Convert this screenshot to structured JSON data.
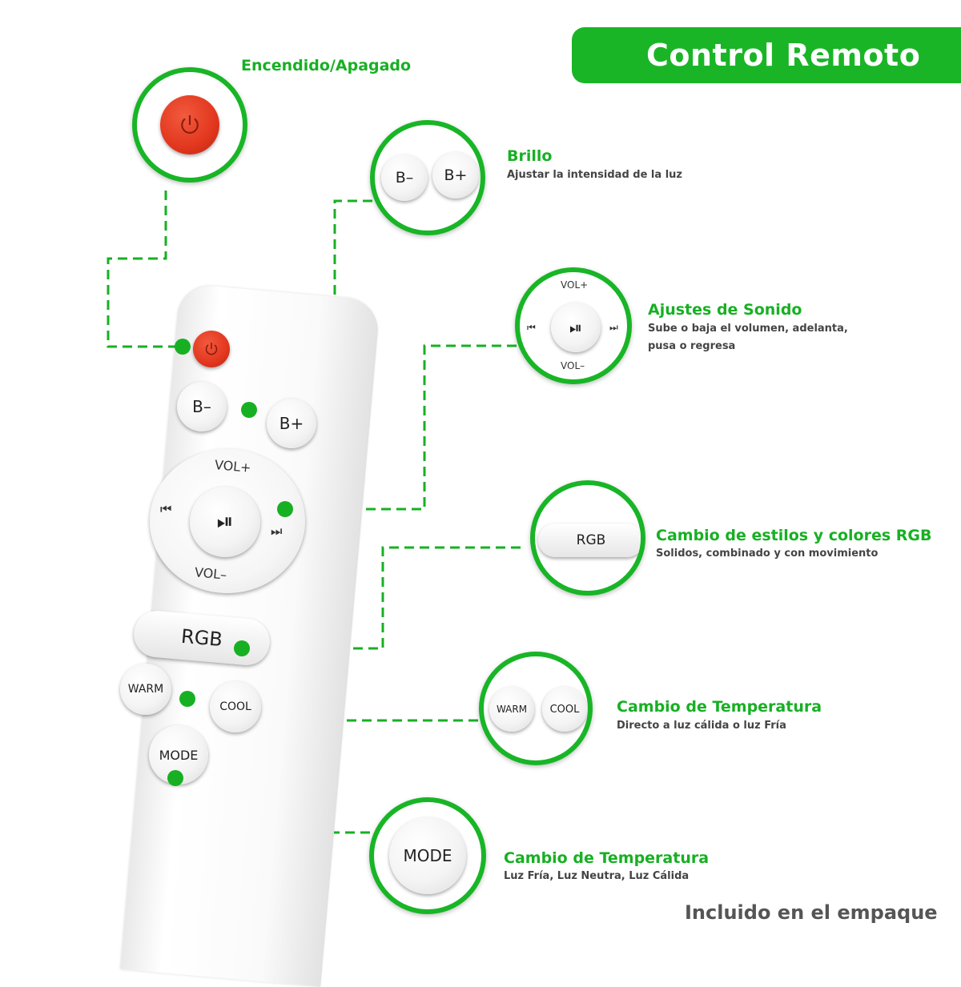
{
  "header": {
    "title": "Control Remoto"
  },
  "colors": {
    "accent": "#1ab526",
    "power_red": "#e2371e"
  },
  "callouts": {
    "power": {
      "title": "Encendido/Apagado"
    },
    "brightness": {
      "title": "Brillo",
      "desc": "Ajustar la intensidad de la luz"
    },
    "sound": {
      "title": "Ajustes de Sonido",
      "desc_line1": "Sube o baja el volumen, adelanta,",
      "desc_line2": "pusa o regresa"
    },
    "rgb": {
      "title": "Cambio de estilos y colores RGB",
      "desc": "Solidos, combinado y con movimiento"
    },
    "temperature": {
      "title": "Cambio de Temperatura",
      "desc": "Directo a luz cálida o luz Fría"
    },
    "mode": {
      "title": "Cambio de Temperatura",
      "desc": "Luz Fría, Luz Neutra, Luz Cálida"
    }
  },
  "buttons": {
    "b_minus": "B–",
    "b_plus": "B+",
    "vol_plus": "VOL+",
    "vol_minus": "VOL–",
    "rgb": "RGB",
    "warm": "WARM",
    "cool": "COOL",
    "mode": "MODE",
    "prev": "⏮",
    "next": "⏭",
    "play_pause": "⏯"
  },
  "footer": {
    "text": "Incluido en el empaque"
  }
}
